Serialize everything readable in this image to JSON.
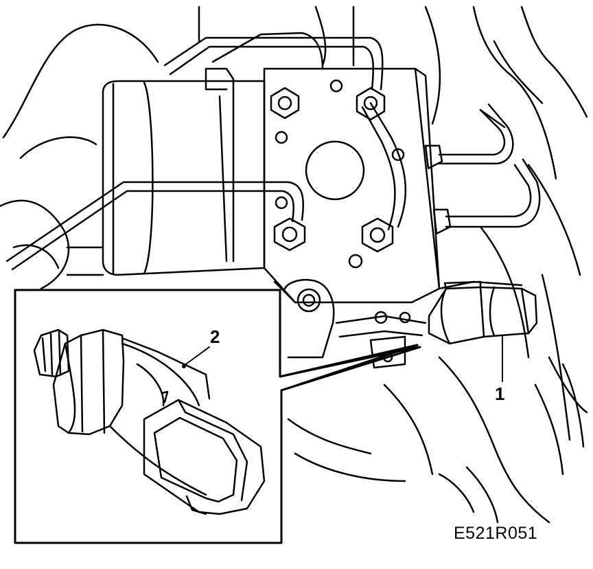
{
  "callouts": {
    "item_1": "1",
    "item_2": "2"
  },
  "figure_code": "E521R051",
  "colors": {
    "line": "#000000",
    "background": "#ffffff"
  },
  "icons": {
    "hydraulic_unit": "abs-hydraulic-unit-illustration",
    "sensor_detail": "pressure-sensor-detail-illustration"
  }
}
